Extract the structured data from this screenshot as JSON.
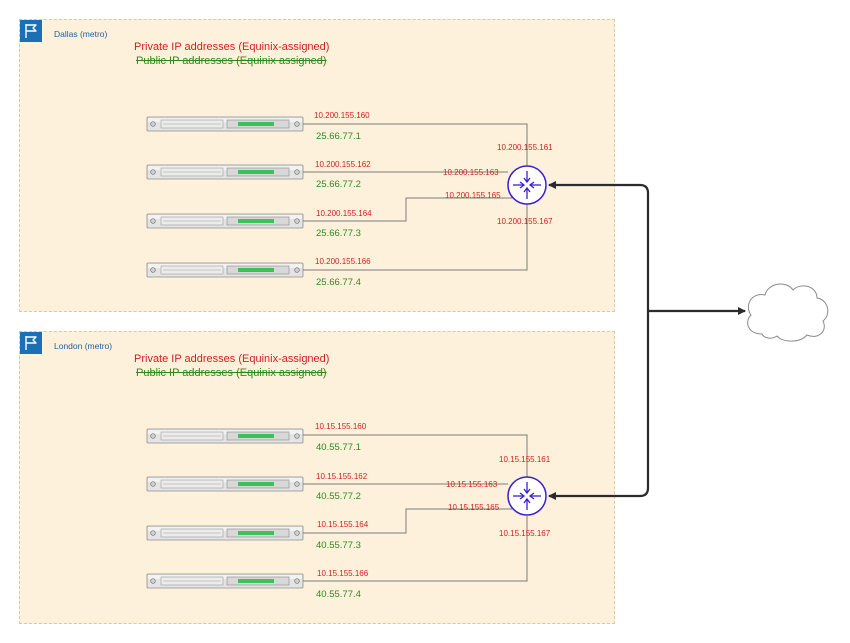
{
  "regions": [
    {
      "title": "Dallas (metro)",
      "legend_private": "Private IP addresses (Equinix-assigned)",
      "legend_public": "Public IP addresses (Equinix assigned)",
      "servers": [
        {
          "private_ip": "10.200.155.160",
          "public_ip": "25.66.77.1"
        },
        {
          "private_ip": "10.200.155.162",
          "public_ip": "25.66.77.2"
        },
        {
          "private_ip": "10.200.155.164",
          "public_ip": "25.66.77.3"
        },
        {
          "private_ip": "10.200.155.166",
          "public_ip": "25.66.77.4"
        }
      ],
      "router_ips": [
        "10.200.155.161",
        "10.200.155.163",
        "10.200.155.165",
        "10.200.155.167"
      ]
    },
    {
      "title": "London (metro)",
      "legend_private": "Private IP addresses (Equinix-assigned)",
      "legend_public": "Public IP addresses (Equinix assigned)",
      "servers": [
        {
          "private_ip": "10.15.155.160",
          "public_ip": "40.55.77.1"
        },
        {
          "private_ip": "10.15.155.162",
          "public_ip": "40.55.77.2"
        },
        {
          "private_ip": "10.15.155.164",
          "public_ip": "40.55.77.3"
        },
        {
          "private_ip": "10.15.155.166",
          "public_ip": "40.55.77.4"
        }
      ],
      "router_ips": [
        "10.15.155.161",
        "10.15.155.163",
        "10.15.155.165",
        "10.15.155.167"
      ]
    }
  ],
  "colors": {
    "private_ip": "#d11f1f",
    "public_ip": "#2d8a1a",
    "router": "#3b1fd1",
    "region_fill": "#fdf1dc",
    "region_icon": "#1a6fb5"
  },
  "icons": {
    "region": "flag-icon",
    "server": "server-rack-icon",
    "router": "router-icon",
    "internet": "cloud-icon"
  }
}
